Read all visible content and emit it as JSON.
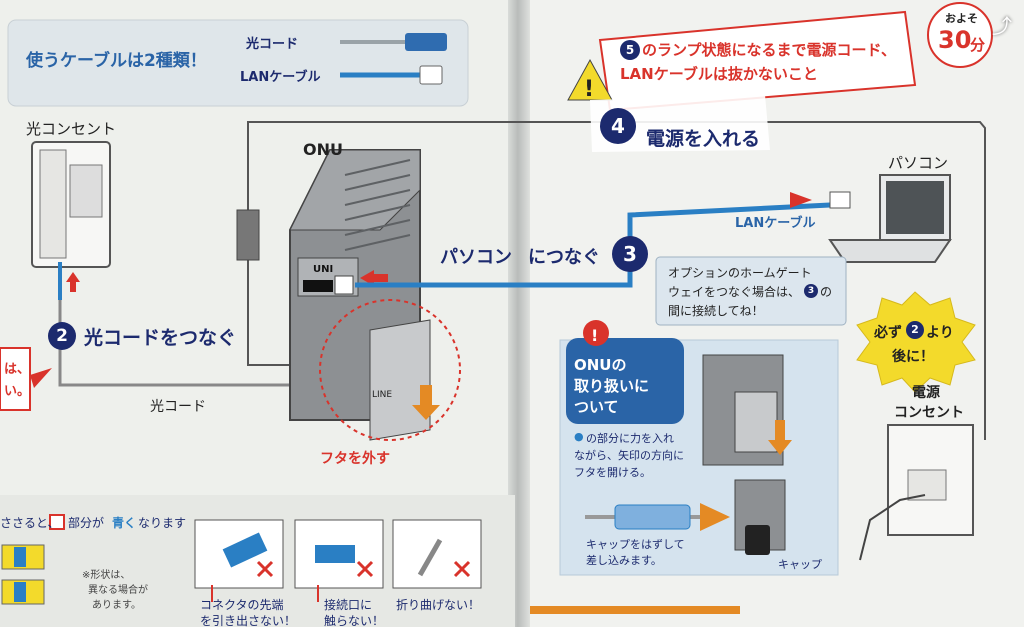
{
  "share_icon": "share-icon",
  "cable_types": {
    "heading": "使うケーブルは2種類！",
    "fiber_label": "光コード",
    "lan_label": "LANケーブル"
  },
  "outlet_label": "光コンセント",
  "onu_label": "ONU",
  "uni_label": "UNI",
  "line_label": "LINE",
  "step2": {
    "number": "2",
    "title": "光コードをつなぐ"
  },
  "fiber_caption": "光コード",
  "left_note_lines": [
    "は、",
    "い。"
  ],
  "remove_cover": "フタを外す",
  "step3": {
    "number": "3",
    "connect_pc": "パソコン",
    "connect_suffix": "につなぐ"
  },
  "step4": {
    "number": "4",
    "title": "電源を入れる"
  },
  "warning": {
    "number": "5",
    "line1": "のランプ状態になるまで電源コード、",
    "line2": "LANケーブルは抜かないこと"
  },
  "time_badge": {
    "prefix": "およそ",
    "value": "30",
    "unit": "分"
  },
  "pc_label": "パソコン",
  "lan_cable_label": "LANケーブル",
  "gateway_note": [
    "オプションのホームゲート",
    "ウェイをつなぐ場合は、",
    "の",
    "間に接続してね！"
  ],
  "gateway_note_num": "3",
  "starburst": {
    "line1": "必ず",
    "num": "2",
    "line1_suffix": "より",
    "line2": "後に！"
  },
  "power_outlet": [
    "電源",
    "コンセント"
  ],
  "onu_handling": {
    "title": [
      "ONUの",
      "取り扱いに",
      "ついて"
    ],
    "body": [
      "の部分に力を入れ",
      "ながら、矢印の方向に",
      "フタを開ける。"
    ],
    "cap_note": [
      "キャップをはずして",
      "差し込みます。"
    ],
    "cap_label": "キャップ"
  },
  "bottom_left": {
    "note": "ささると、",
    "note_mid": "部分が",
    "note_blue": "青く",
    "note_end": "なります",
    "shape_note": [
      "※形状は、",
      "異なる場合が",
      "あります。"
    ],
    "tips": [
      {
        "lines": [
          "コネクタの先端",
          "を引き出さない！"
        ]
      },
      {
        "lines": [
          "接続口に",
          "触らない！"
        ]
      },
      {
        "lines": [
          "折り曲げない！"
        ]
      }
    ]
  },
  "colors": {
    "navy": "#1c2a6e",
    "red": "#d9332b",
    "blue": "#2a7fc4",
    "yellow": "#f3da2b"
  }
}
